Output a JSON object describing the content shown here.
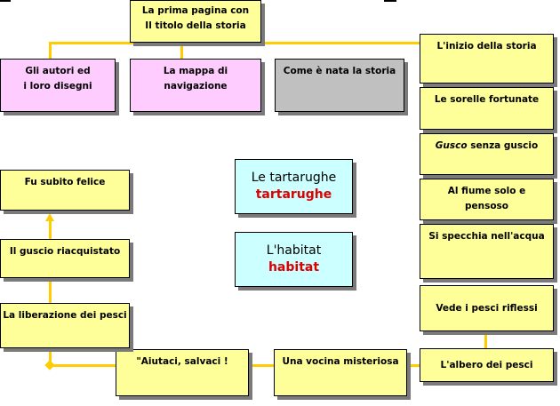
{
  "colors": {
    "connector": "#ffcc00",
    "yellow": "#ffff99",
    "pink": "#ffccff",
    "gray": "#c0c0c0",
    "cyan": "#ccffff",
    "red": "#dd0000"
  },
  "nodes": {
    "title_page": {
      "line1": "La prima pagina con",
      "line2": "Il titolo della storia"
    },
    "authors": {
      "line1": "Gli autori ed",
      "line2": "i loro disegni"
    },
    "nav_map": {
      "line1": "La mappa di",
      "line2": "navigazione"
    },
    "origin": {
      "label": "Come è nata la storia"
    },
    "story_start": {
      "label": "L'inizio della storia"
    },
    "lucky_sisters": {
      "label": "Le sorelle fortunate"
    },
    "shellless": {
      "italic": "Gusco",
      "rest": " senza guscio"
    },
    "river": {
      "line1": "Al fiume solo e",
      "line2": "pensoso"
    },
    "mirror": {
      "label": "Si specchia nell'acqua"
    },
    "fish_reflect": {
      "label": "Vede i pesci riflessi"
    },
    "fish_tree": {
      "label": "L'albero dei pesci"
    },
    "voice": {
      "label": "Una vocina misteriosa"
    },
    "help": {
      "label": "\"Aiutaci, salvaci !"
    },
    "liberation": {
      "label": "La liberazione dei pesci"
    },
    "shell_regained": {
      "label": "Il guscio riacquistato"
    },
    "happy": {
      "label": "Fu subito felice"
    },
    "turtles": {
      "line1": "Le tartarughe",
      "line2": "tartarughe"
    },
    "habitat": {
      "line1": "L'habitat",
      "line2": "habitat"
    }
  }
}
